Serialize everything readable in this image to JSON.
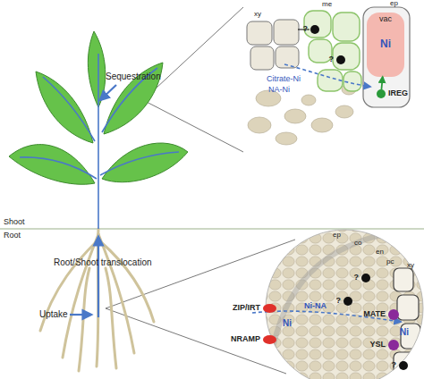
{
  "diagram": {
    "nodes": [
      {
        "text": [
          "vac",
          "Ni"
        ]
      },
      {
        "text": [
          "IREG"
        ]
      },
      {
        "text": [
          "?"
        ]
      },
      {
        "text": [
          "?"
        ]
      },
      {
        "text": [
          "ZIP/IRT"
        ]
      },
      {
        "text": [
          "NRAMP"
        ]
      },
      {
        "text": [
          "?"
        ]
      },
      {
        "text": [
          "?"
        ]
      },
      {
        "text": [
          "MATE"
        ]
      },
      {
        "text": [
          "YSL"
        ]
      },
      {
        "text": [
          "?"
        ]
      }
    ],
    "edges": [
      {
        "from": 1,
        "to": 0,
        "arrow": "to"
      }
    ],
    "labels": [
      "Sequestration",
      "Shoot",
      "Root",
      "Root/Shoot translocation",
      "Uptake",
      "xy",
      "me",
      "ep",
      "Citrate-Ni",
      "NA-Ni",
      "ep",
      "co",
      "en",
      "pc",
      "xy",
      "Ni",
      "Ni-NA",
      "Ni"
    ]
  }
}
